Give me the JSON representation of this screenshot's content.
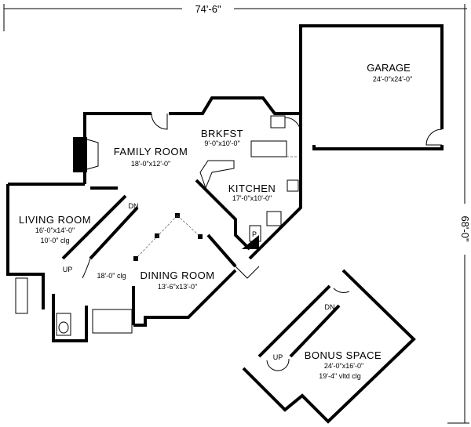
{
  "overall": {
    "width": "74'-6\"",
    "depth": "68'-0\""
  },
  "rooms": {
    "garage": {
      "name": "GARAGE",
      "size": "24'-0\"x24'-0\""
    },
    "brkfst": {
      "name": "BRKFST",
      "size": "9'-0\"x10'-0\""
    },
    "family": {
      "name": "FAMILY ROOM",
      "size": "18'-0\"x12'-0\""
    },
    "kitchen": {
      "name": "KITCHEN",
      "size": "17'-0\"x10'-0\""
    },
    "living": {
      "name": "LIVING ROOM",
      "size": "16'-0\"x14'-0\"",
      "ceiling": "10'-0\" clg"
    },
    "dining": {
      "name": "DINING ROOM",
      "size": "13'-6\"x13'-0\""
    },
    "foyer": {
      "ceiling": "18'-0\" clg"
    },
    "pantry": {
      "name": "P"
    },
    "bonus": {
      "name": "BONUS SPACE",
      "size": "24'-0\"x16'-0\"",
      "ceiling": "19'-4\" vltd clg"
    }
  },
  "stairs": {
    "main_dn": "DN",
    "main_up": "UP",
    "bonus_dn": "DN",
    "bonus_up": "UP"
  }
}
